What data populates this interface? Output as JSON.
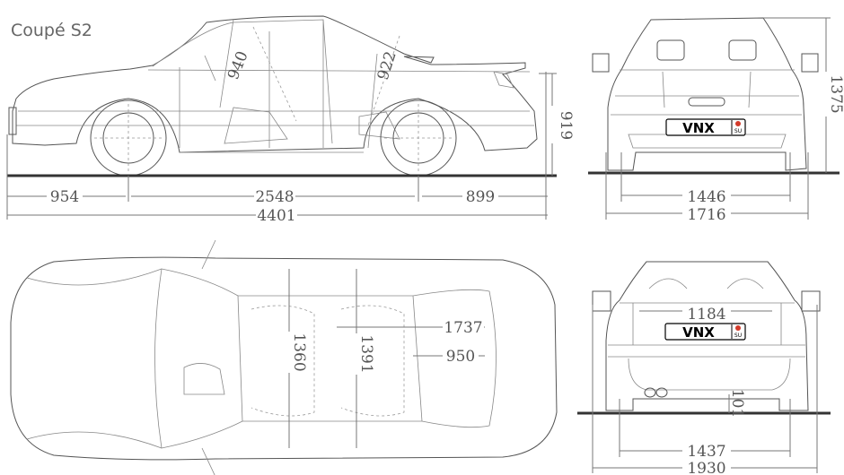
{
  "title": "Coupé S2",
  "side_view": {
    "front_overhang": "954",
    "wheelbase": "2548",
    "rear_overhang": "899",
    "length": "4401",
    "trunk_height": "919",
    "front_headroom": "940",
    "rear_headroom": "922"
  },
  "front_view": {
    "track_front": "1446",
    "width": "1716",
    "height": "1375",
    "plate_text": "VNX",
    "plate_country": "SU"
  },
  "rear_view": {
    "trunk_width": "1184",
    "track_rear": "1437",
    "width_mirrors": "1930",
    "ground_clearance": "101",
    "plate_text": "VNX",
    "plate_country": "SU"
  },
  "top_view": {
    "interior_length": "1737",
    "rear_seat_length": "950",
    "front_shoulder_width": "1360",
    "rear_shoulder_width": "1391"
  },
  "colors": {
    "line": "#555555",
    "ground": "#333333",
    "plate_emblem": "#d33a2a"
  }
}
